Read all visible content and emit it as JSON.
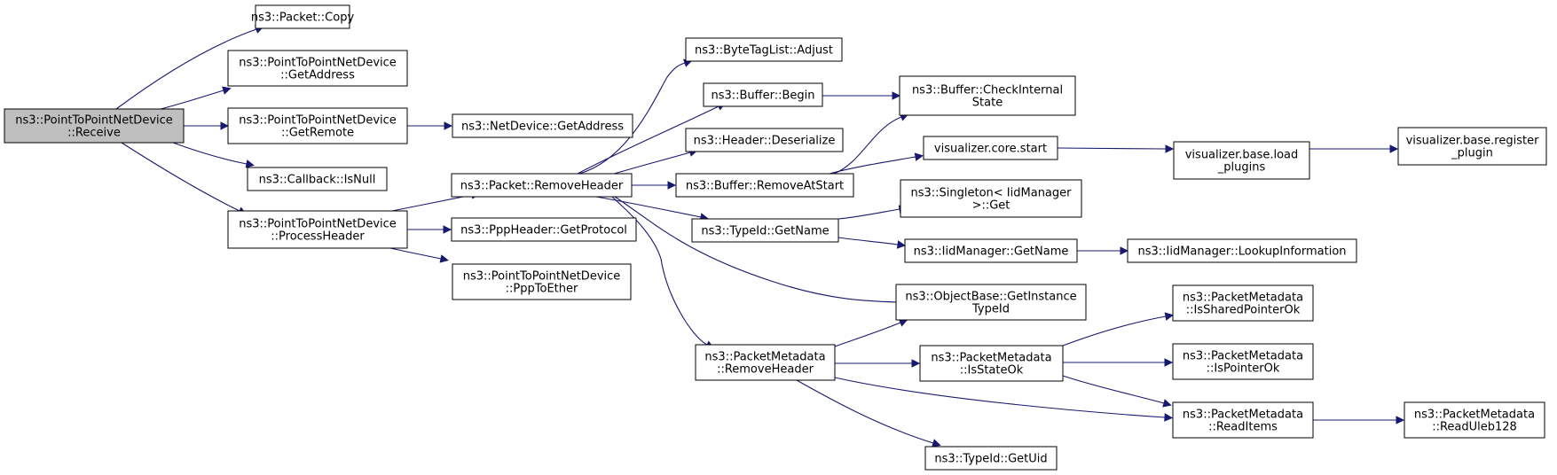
{
  "graph": {
    "nodes": [
      {
        "id": "receive",
        "lines": [
          "ns3::PointToPointNetDevice",
          "::Receive"
        ],
        "root": true
      },
      {
        "id": "pkt_copy",
        "lines": [
          "ns3::Packet::Copy"
        ]
      },
      {
        "id": "getaddress_p2p",
        "lines": [
          "ns3::PointToPointNetDevice",
          "::GetAddress"
        ]
      },
      {
        "id": "getremote",
        "lines": [
          "ns3::PointToPointNetDevice",
          "::GetRemote"
        ]
      },
      {
        "id": "netdev_getaddress",
        "lines": [
          "ns3::NetDevice::GetAddress"
        ]
      },
      {
        "id": "callback_isnull",
        "lines": [
          "ns3::Callback::IsNull"
        ]
      },
      {
        "id": "processheader",
        "lines": [
          "ns3::PointToPointNetDevice",
          "::ProcessHeader"
        ]
      },
      {
        "id": "pkt_removeheader",
        "lines": [
          "ns3::Packet::RemoveHeader"
        ]
      },
      {
        "id": "ppp_getprotocol",
        "lines": [
          "ns3::PppHeader::GetProtocol"
        ]
      },
      {
        "id": "ppptoether",
        "lines": [
          "ns3::PointToPointNetDevice",
          "::PppToEther"
        ]
      },
      {
        "id": "bytetag_adjust",
        "lines": [
          "ns3::ByteTagList::Adjust"
        ]
      },
      {
        "id": "buffer_begin",
        "lines": [
          "ns3::Buffer::Begin"
        ]
      },
      {
        "id": "header_deserialize",
        "lines": [
          "ns3::Header::Deserialize"
        ]
      },
      {
        "id": "buffer_removeatstart",
        "lines": [
          "ns3::Buffer::RemoveAtStart"
        ]
      },
      {
        "id": "typeid_getname",
        "lines": [
          "ns3::TypeId::GetName"
        ]
      },
      {
        "id": "pm_removeheader",
        "lines": [
          "ns3::PacketMetadata",
          "::RemoveHeader"
        ]
      },
      {
        "id": "buffer_checkinternal",
        "lines": [
          "ns3::Buffer::CheckInternal",
          "State"
        ]
      },
      {
        "id": "vis_core_start",
        "lines": [
          "visualizer.core.start"
        ]
      },
      {
        "id": "singleton_get",
        "lines": [
          "ns3::Singleton< IidManager",
          ">::Get"
        ]
      },
      {
        "id": "iid_getname",
        "lines": [
          "ns3::IidManager::GetName"
        ]
      },
      {
        "id": "objbase_getinstance",
        "lines": [
          "ns3::ObjectBase::GetInstance",
          "TypeId"
        ]
      },
      {
        "id": "pm_isstateok",
        "lines": [
          "ns3::PacketMetadata",
          "::IsStateOk"
        ]
      },
      {
        "id": "typeid_getuid",
        "lines": [
          "ns3::TypeId::GetUid"
        ]
      },
      {
        "id": "vis_base_load",
        "lines": [
          "visualizer.base.load",
          "_plugins"
        ]
      },
      {
        "id": "vis_base_register",
        "lines": [
          "visualizer.base.register",
          "_plugin"
        ]
      },
      {
        "id": "iid_lookup",
        "lines": [
          "ns3::IidManager::LookupInformation"
        ]
      },
      {
        "id": "pm_issharedpointerok",
        "lines": [
          "ns3::PacketMetadata",
          "::IsSharedPointerOk"
        ]
      },
      {
        "id": "pm_ispointerok",
        "lines": [
          "ns3::PacketMetadata",
          "::IsPointerOk"
        ]
      },
      {
        "id": "pm_readitems",
        "lines": [
          "ns3::PacketMetadata",
          "::ReadItems"
        ]
      },
      {
        "id": "pm_readuleb128",
        "lines": [
          "ns3::PacketMetadata",
          "::ReadUleb128"
        ]
      }
    ],
    "edges": [
      [
        "receive",
        "pkt_copy"
      ],
      [
        "receive",
        "getaddress_p2p"
      ],
      [
        "receive",
        "getremote"
      ],
      [
        "receive",
        "callback_isnull"
      ],
      [
        "receive",
        "processheader"
      ],
      [
        "getremote",
        "netdev_getaddress"
      ],
      [
        "processheader",
        "pkt_removeheader"
      ],
      [
        "processheader",
        "ppp_getprotocol"
      ],
      [
        "processheader",
        "ppptoether"
      ],
      [
        "pkt_removeheader",
        "bytetag_adjust"
      ],
      [
        "pkt_removeheader",
        "buffer_begin"
      ],
      [
        "pkt_removeheader",
        "header_deserialize"
      ],
      [
        "pkt_removeheader",
        "buffer_removeatstart"
      ],
      [
        "pkt_removeheader",
        "typeid_getname"
      ],
      [
        "pkt_removeheader",
        "objbase_getinstance"
      ],
      [
        "pkt_removeheader",
        "pm_removeheader"
      ],
      [
        "buffer_begin",
        "buffer_checkinternal"
      ],
      [
        "buffer_removeatstart",
        "buffer_checkinternal"
      ],
      [
        "buffer_removeatstart",
        "vis_core_start"
      ],
      [
        "vis_core_start",
        "vis_base_load"
      ],
      [
        "vis_base_load",
        "vis_base_register"
      ],
      [
        "typeid_getname",
        "singleton_get"
      ],
      [
        "typeid_getname",
        "iid_getname"
      ],
      [
        "iid_getname",
        "iid_lookup"
      ],
      [
        "pm_removeheader",
        "objbase_getinstance"
      ],
      [
        "pm_removeheader",
        "pm_isstateok"
      ],
      [
        "pm_removeheader",
        "pm_readitems"
      ],
      [
        "pm_removeheader",
        "typeid_getuid"
      ],
      [
        "pm_isstateok",
        "pm_issharedpointerok"
      ],
      [
        "pm_isstateok",
        "pm_ispointerok"
      ],
      [
        "pm_isstateok",
        "pm_readitems"
      ],
      [
        "pm_readitems",
        "pm_readuleb128"
      ]
    ]
  }
}
